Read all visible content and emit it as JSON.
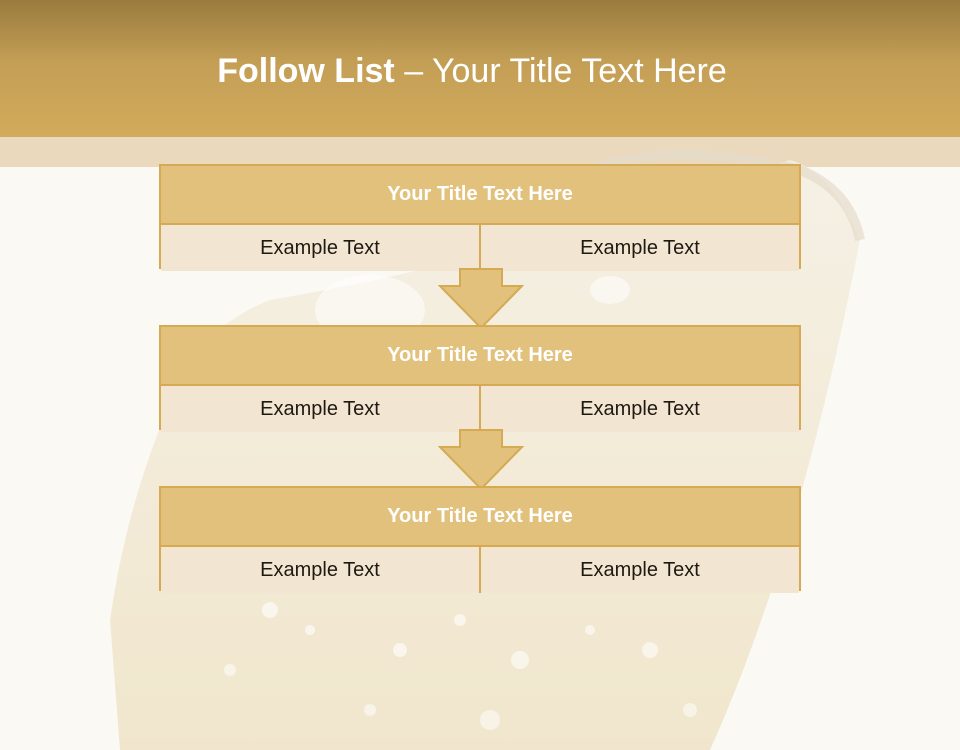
{
  "slide": {
    "title_bold": "Follow List",
    "title_rest": " – Your Title Text Here",
    "accent_color": "#d3ab5c",
    "border_color": "#d5aa52",
    "header_fill": "#e2c17c",
    "cell_fill": "#f2e5d2"
  },
  "steps": [
    {
      "title": "Your Title Text Here",
      "left": "Example Text",
      "right": "Example Text"
    },
    {
      "title": "Your Title Text Here",
      "left": "Example Text",
      "right": "Example Text"
    },
    {
      "title": "Your Title Text Here",
      "left": "Example Text",
      "right": "Example Text"
    }
  ],
  "connector_icon": "down-arrow-icon"
}
